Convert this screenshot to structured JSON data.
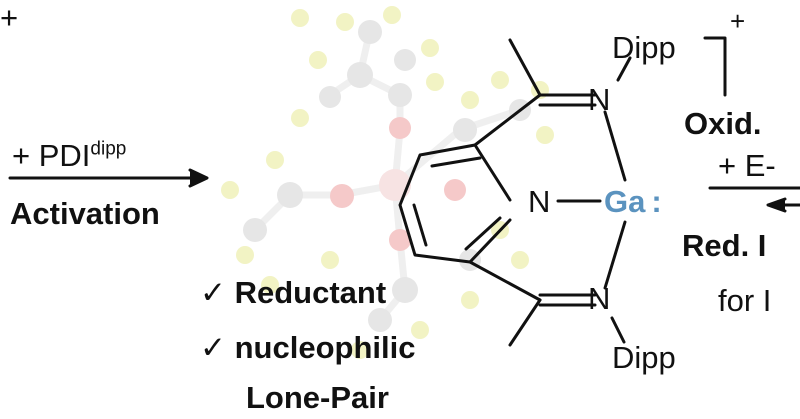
{
  "reaction": {
    "left_charge": "+",
    "reagent_prefix": "+ PDI",
    "reagent_superscript": "dipp",
    "step_left": "Activation",
    "oxidation_label": "Oxid.",
    "reagent_right": "+ E-",
    "reduction_label": "Red. I",
    "for_label": "for I"
  },
  "molecule": {
    "charge": "+",
    "substituent_top": "Dipp",
    "substituent_bottom": "Dipp",
    "atom_n_top": "N",
    "atom_n_center": "N",
    "atom_n_bottom": "N",
    "metal": "Ga",
    "lone_pair": ":"
  },
  "properties": [
    {
      "check": "✓",
      "label": "Reductant"
    },
    {
      "check": "✓",
      "label": "nucleophilic"
    },
    {
      "check": "",
      "label": "Lone-Pair"
    }
  ],
  "colors": {
    "metal": "#5b93bf",
    "ghost_carbon": "#e6e6e6",
    "ghost_hydrogen": "#f2f3c4",
    "ghost_oxygen": "#f5c9c9"
  }
}
